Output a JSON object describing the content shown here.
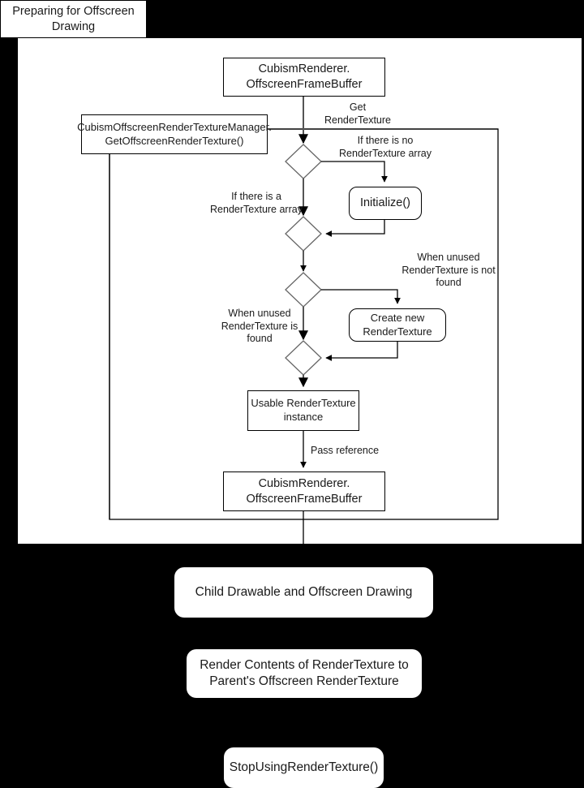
{
  "diagram": {
    "title": "Preparing for Offscreen Drawing",
    "background_color": "#000000",
    "panel_color": "#ffffff",
    "line_color": "#000000",
    "text_color": "#1a1a1a"
  },
  "nodes": {
    "top_renderer": "CubismRenderer.\nOffscreenFrameBuffer",
    "manager": "CubismOffscreenRenderTextureManager.\nGetOffscreenRenderTexture()",
    "initialize": "Initialize()",
    "create_new": "Create new\nRenderTexture",
    "usable_instance": "Usable RenderTexture\ninstance",
    "bottom_renderer": "CubismRenderer.\nOffscreenFrameBuffer"
  },
  "edge_labels": {
    "get_render_texture": "Get\nRenderTexture",
    "if_no_array": "If there is no\nRenderTexture array",
    "if_there_is_array": "If there is a\nRenderTexture array",
    "when_unused_not_found": "When unused\nRenderTexture is not\nfound",
    "when_unused_found": "When unused\nRenderTexture is\nfound",
    "pass_reference": "Pass reference"
  },
  "lower_steps": [
    {
      "label": "Child Drawable and Offscreen Drawing"
    },
    {
      "label": "Render Contents of RenderTexture to\nParent's Offscreen RenderTexture"
    },
    {
      "label": "StopUsingRenderTexture()"
    }
  ]
}
